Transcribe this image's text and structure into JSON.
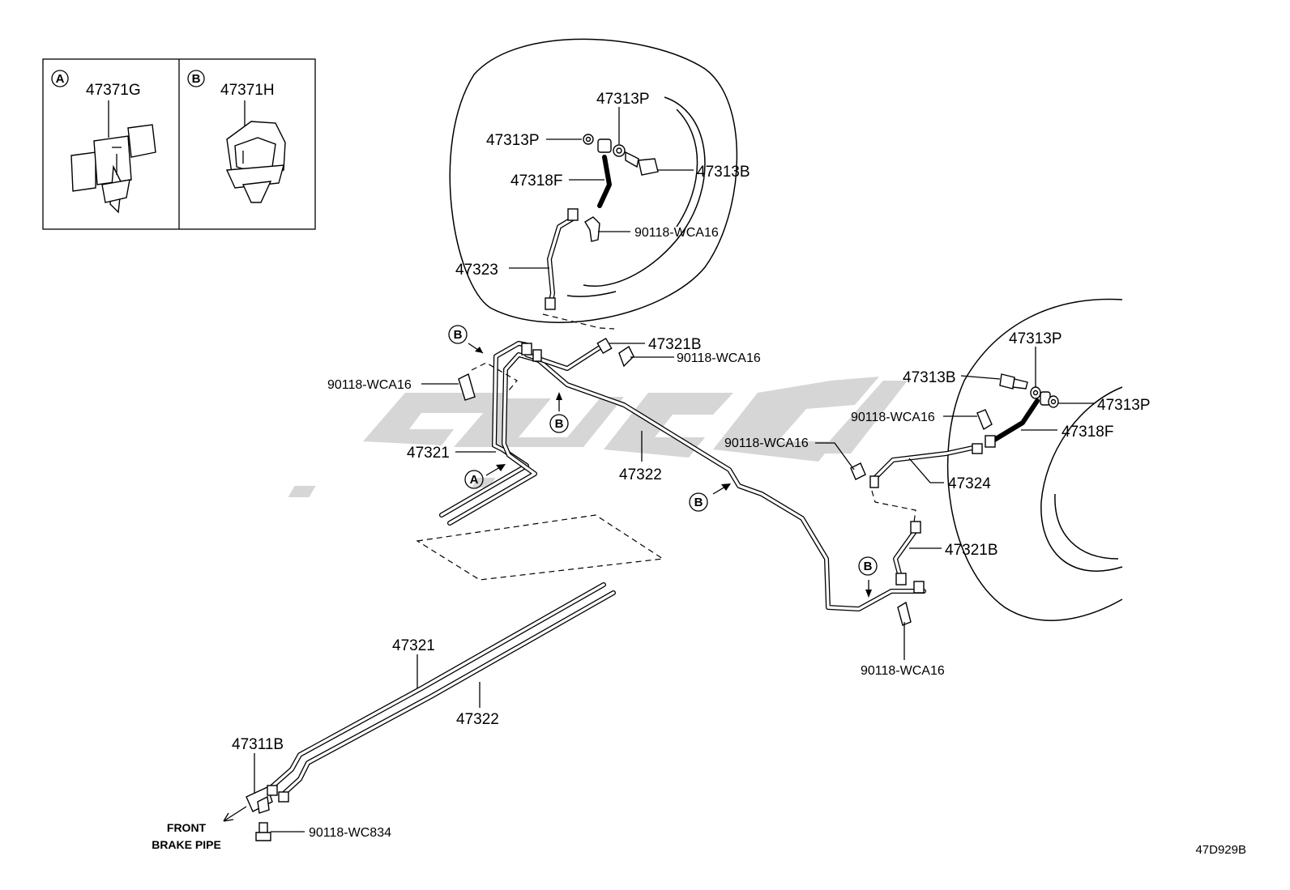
{
  "inset": {
    "a": {
      "marker": "A",
      "part": "47371G"
    },
    "b": {
      "marker": "B",
      "part": "47371H"
    }
  },
  "labels": {
    "p47313P_top1": "47313P",
    "p47313P_top2": "47313P",
    "p47318F_top": "47318F",
    "p47313B_top": "47313B",
    "p90118_wca16_top": "90118-WCA16",
    "p47323": "47323",
    "p47321B_top": "47321B",
    "p90118_wca16_mid": "90118-WCA16",
    "p90118_wca16_left": "90118-WCA16",
    "p47321_upper": "47321",
    "p47322_upper": "47322",
    "p47313P_right_top": "47313P",
    "p47313B_right": "47313B",
    "p47313P_right": "47313P",
    "p90118_wca16_right1": "90118-WCA16",
    "p47318F_right": "47318F",
    "p90118_wca16_right2": "90118-WCA16",
    "p47324": "47324",
    "p47321B_right": "47321B",
    "p90118_wca16_bottom": "90118-WCA16",
    "p47321_lower": "47321",
    "p47322_lower": "47322",
    "p47311B": "47311B",
    "p90118_wc834": "90118-WC834",
    "front_line1": "FRONT",
    "front_line2": "BRAKE PIPE"
  },
  "markers": {
    "b1": "B",
    "b2": "B",
    "a1": "A",
    "b3": "B",
    "b4": "B"
  },
  "diagram_code": "47D929B"
}
